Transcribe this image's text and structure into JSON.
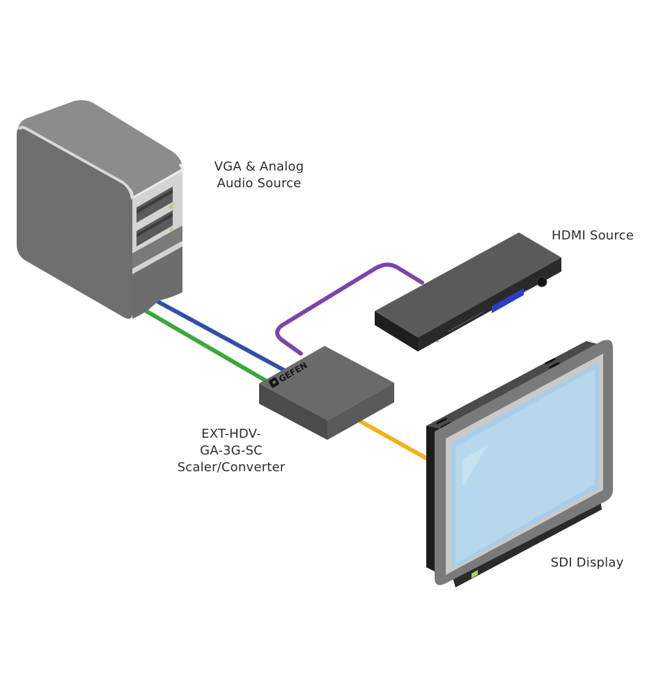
{
  "diagram": {
    "title": "EXT-HDV-GA-3G-SC connection diagram",
    "devices": {
      "pc": {
        "label_lines": [
          "VGA & Analog",
          "Audio Source"
        ]
      },
      "hdmi_source": {
        "label_lines": [
          "HDMI Source"
        ]
      },
      "scaler": {
        "label_lines": [
          "EXT-HDV-",
          "GA-3G-SC",
          "Scaler/Converter"
        ],
        "brand": "GEFEN"
      },
      "display": {
        "label_lines": [
          "SDI Display"
        ]
      }
    },
    "cables": [
      {
        "name": "vga",
        "color": "#2f4fa8"
      },
      {
        "name": "analog-audio",
        "color": "#3aa83a"
      },
      {
        "name": "hdmi",
        "color": "#7b45a8"
      },
      {
        "name": "sdi",
        "color": "#f2b21c"
      }
    ]
  }
}
